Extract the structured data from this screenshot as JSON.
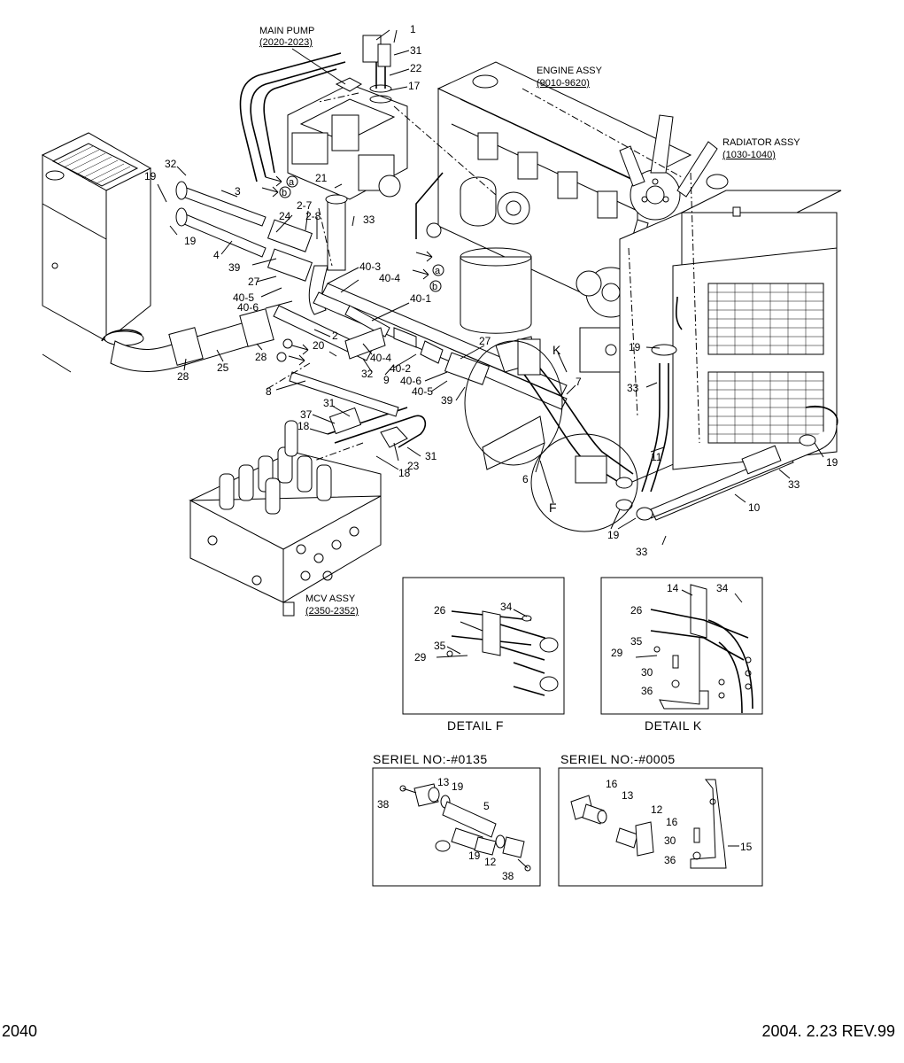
{
  "assemblies": {
    "main_pump": [
      "MAIN PUMP",
      "(2020-2023)"
    ],
    "engine": [
      "ENGINE ASSY",
      "(9010-9620)"
    ],
    "radiator": [
      "RADIATOR ASSY",
      "(1030-1040)"
    ],
    "mcv": [
      "MCV ASSY",
      "(2350-2352)"
    ]
  },
  "part_numbers": {
    "p1": "1",
    "p31a": "31",
    "p22": "22",
    "p17": "17",
    "p32a": "32",
    "p19a": "19",
    "p19b": "19",
    "p3": "3",
    "p4": "4",
    "p21": "21",
    "p2_7": "2-7",
    "p2_8": "2-8",
    "p24": "24",
    "p33a": "33",
    "p39a": "39",
    "p27a": "27",
    "p40_3": "40-3",
    "p40_4a": "40-4",
    "p40_5a": "40-5",
    "p40_6a": "40-6",
    "p40_1": "40-1",
    "p2a": "2",
    "p25": "25",
    "p28a": "28",
    "p28b": "28",
    "p20": "20",
    "p40_4b": "40-4",
    "p32b": "32",
    "p40_2": "40-2",
    "p27b": "27",
    "p8": "8",
    "p9": "9",
    "p40_6b": "40-6",
    "p40_5b": "40-5",
    "p39b": "39",
    "pK": "K",
    "p7": "7",
    "p19c": "19",
    "p33b": "33",
    "p31b": "31",
    "p37": "37",
    "p18a": "18",
    "p23": "23",
    "p31c": "31",
    "p18b": "18",
    "p6": "6",
    "pF": "F",
    "p11": "11",
    "p19d": "19",
    "p19e": "19",
    "p33c": "33",
    "p10": "10",
    "p33d": "33"
  },
  "detail_f": {
    "caption": "DETAIL  F",
    "labels": {
      "p26": "26",
      "p34": "34",
      "p35": "35",
      "p29": "29"
    }
  },
  "detail_k": {
    "caption": "DETAIL  K",
    "labels": {
      "p14": "14",
      "p34": "34",
      "p26": "26",
      "p35": "35",
      "p29": "29",
      "p30": "30",
      "p36": "36"
    }
  },
  "serial_a": {
    "heading": "SERIEL NO:-#0135",
    "labels": {
      "p13": "13",
      "p19a": "19",
      "p38a": "38",
      "p5": "5",
      "p19b": "19",
      "p12": "12",
      "p38b": "38"
    }
  },
  "serial_b": {
    "heading": "SERIEL NO:-#0005",
    "labels": {
      "p16a": "16",
      "p13": "13",
      "p12": "12",
      "p16b": "16",
      "p30": "30",
      "p36": "36",
      "p15": "15"
    }
  },
  "flow_markers": {
    "a": "a",
    "b": "b"
  },
  "footer": {
    "page": "2040",
    "revision": "2004. 2.23  REV.99"
  }
}
